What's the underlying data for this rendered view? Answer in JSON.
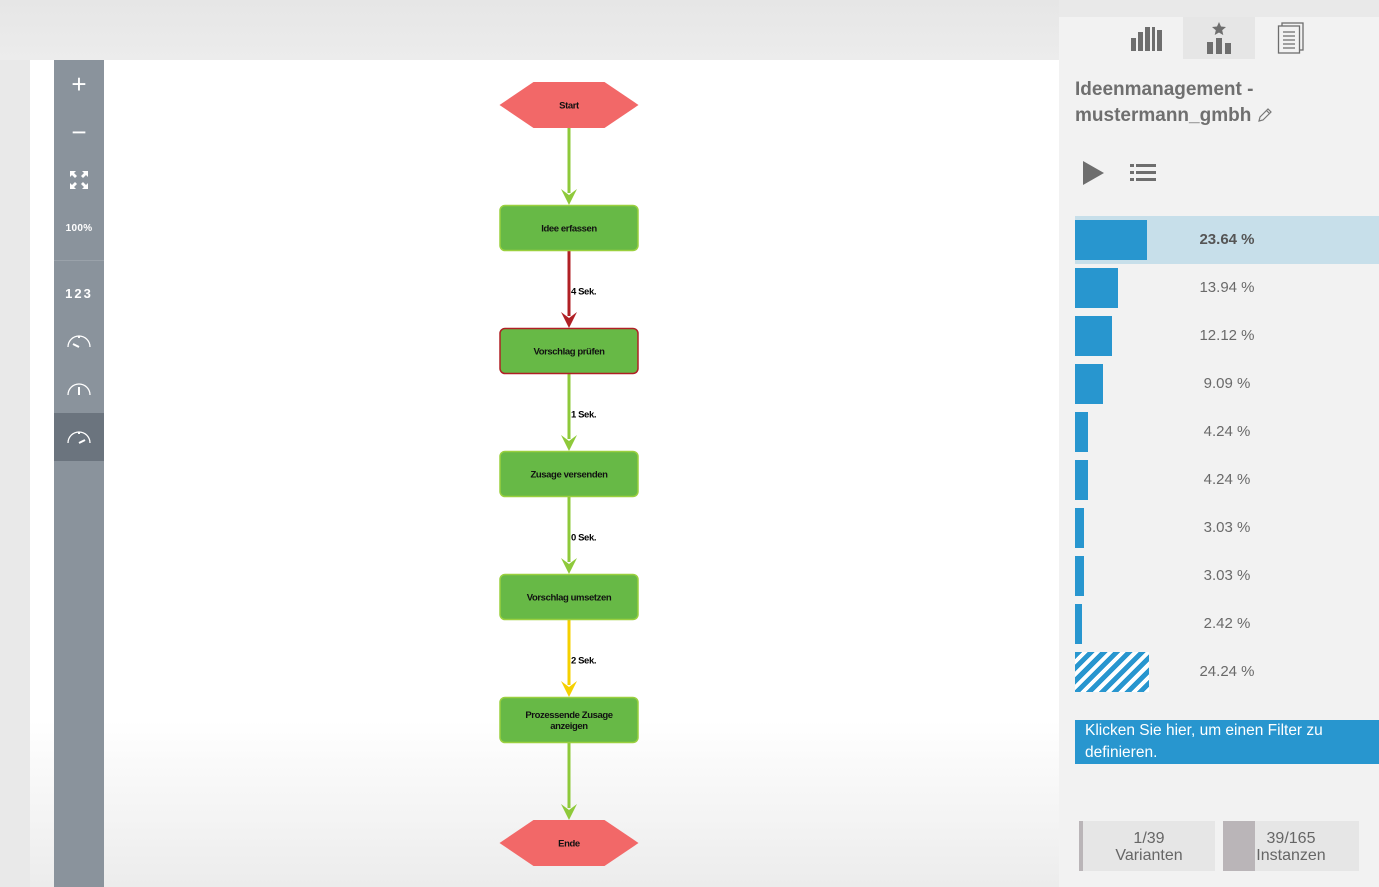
{
  "toolbar": {
    "zoom_in": "+",
    "zoom_out": "−",
    "zoom_level": "100%",
    "numbers": "123",
    "items": [
      "zoom-in",
      "zoom-out",
      "fit",
      "100%",
      "numbers",
      "speed-slow",
      "speed-medium",
      "speed-fast"
    ],
    "active": "speed-fast"
  },
  "flow": {
    "nodes": [
      {
        "label": "Start",
        "type": "terminal"
      },
      {
        "label": "Idee erfassen",
        "type": "activity"
      },
      {
        "label": "Vorschlag prüfen",
        "type": "activity",
        "highlight": "#b02025"
      },
      {
        "label": "Zusage versenden",
        "type": "activity"
      },
      {
        "label": "Vorschlag umsetzen",
        "type": "activity"
      },
      {
        "label": "Prozessende Zusage anzeigen",
        "type": "activity"
      },
      {
        "label": "Ende",
        "type": "terminal"
      }
    ],
    "edges": [
      {
        "label": "",
        "color": "#8ec93a"
      },
      {
        "label": "4 Sek.",
        "color": "#b02025"
      },
      {
        "label": "1 Sek.",
        "color": "#8ec93a"
      },
      {
        "label": "0 Sek.",
        "color": "#8ec93a"
      },
      {
        "label": "2 Sek.",
        "color": "#f5d000"
      },
      {
        "label": "",
        "color": "#8ec93a"
      }
    ],
    "colors": {
      "terminal": "#f26868",
      "activity": "#67b946",
      "activity_border": "#9ad03f"
    }
  },
  "panel": {
    "tabs": [
      {
        "icon": "bar-chart-icon"
      },
      {
        "icon": "ranking-star-icon",
        "active": true
      },
      {
        "icon": "documents-icon"
      }
    ],
    "title": "Ideenmanagement - mustermann_gmbh",
    "variants": [
      {
        "value": 23.64,
        "label": "23.64 %",
        "selected": true
      },
      {
        "value": 13.94,
        "label": "13.94 %"
      },
      {
        "value": 12.12,
        "label": "12.12 %"
      },
      {
        "value": 9.09,
        "label": "9.09 %"
      },
      {
        "value": 4.24,
        "label": "4.24 %"
      },
      {
        "value": 4.24,
        "label": "4.24 %"
      },
      {
        "value": 3.03,
        "label": "3.03 %"
      },
      {
        "value": 3.03,
        "label": "3.03 %"
      },
      {
        "value": 2.42,
        "label": "2.42 %"
      },
      {
        "value": 24.24,
        "label": "24.24 %",
        "rest": true
      }
    ],
    "filter_text": "Klicken Sie hier, um einen Filter zu definieren.",
    "variants_count": "1/39",
    "variants_label": "Varianten",
    "instances_count": "39/165",
    "instances_label": "Instanzen",
    "accent": "#2896cf"
  }
}
